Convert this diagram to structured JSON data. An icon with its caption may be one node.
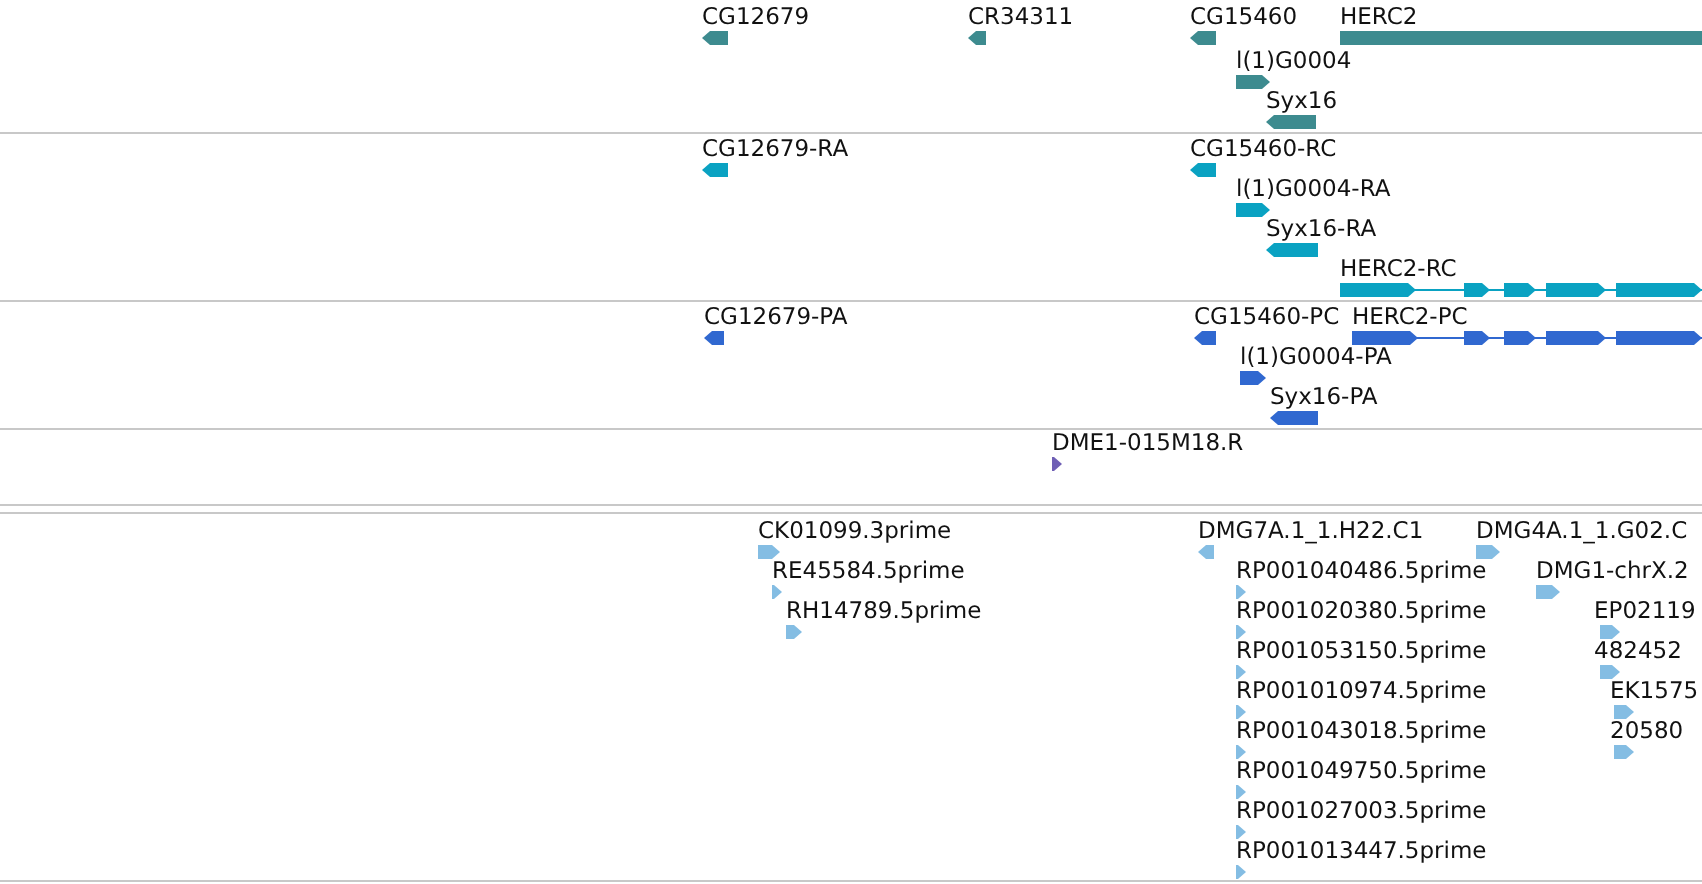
{
  "diagram": {
    "labels": [
      "CG12679",
      "CR34311",
      "CG15460",
      "HERC2",
      "l(1)G0004",
      "Syx16",
      "CG12679-RA",
      "CG15460-RC",
      "l(1)G0004-RA",
      "Syx16-RA",
      "HERC2-RC",
      "CG12679-PA",
      "CG15460-PC",
      "HERC2-PC",
      "l(1)G0004-PA",
      "Syx16-PA",
      "DME1-015M18.R",
      "CK01099.3prime",
      "DMG7A.1_1.H22.C1",
      "DMG4A.1_1.G02.C",
      "RE45584.5prime",
      "RP001040486.5prime",
      "DMG1-chrX.2",
      "RH14789.5prime",
      "RP001020380.5prime",
      "EP02119",
      "RP001053150.5prime",
      "482452",
      "RP001010974.5prime",
      "EK1575",
      "RP001043018.5prime",
      "20580",
      "RP001049750.5prime",
      "RP001027003.5prime",
      "RP001013447.5prime"
    ]
  }
}
